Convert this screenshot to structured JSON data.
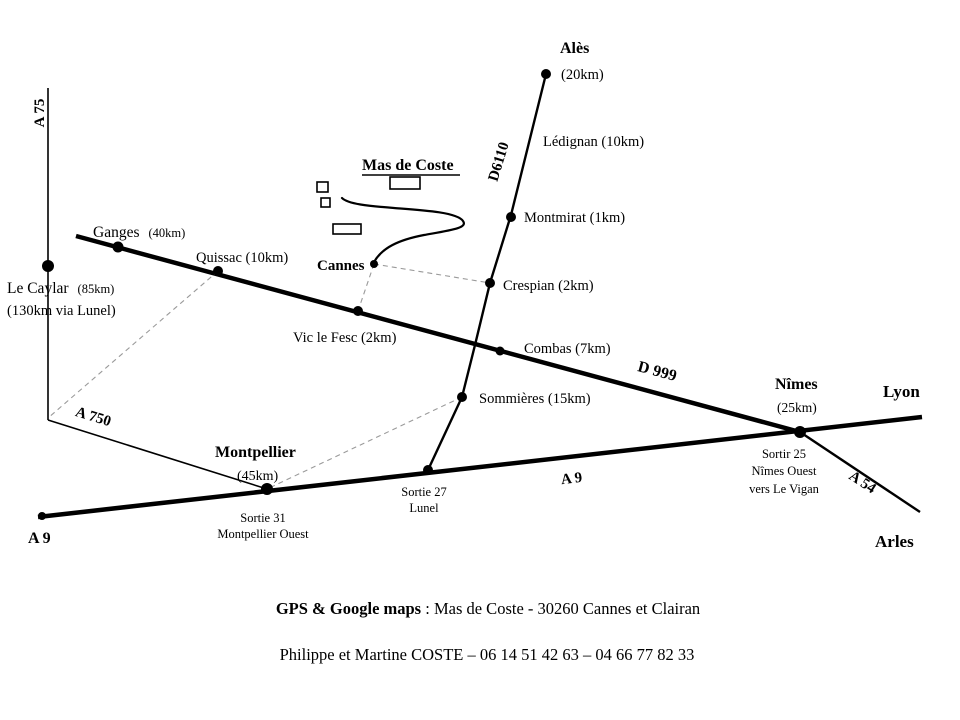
{
  "map": {
    "roads": {
      "a75": "A 75",
      "a750": "A 750",
      "a9_left": "A 9",
      "a9_mid": "A 9",
      "a54": "A 54",
      "d999": "D 999",
      "d6110": "D6110"
    },
    "places": {
      "ales": {
        "name": "Alès",
        "distance": "(20km)"
      },
      "ledignan": {
        "label": "Lédignan (10km)"
      },
      "montmirat": {
        "label": "Montmirat (1km)"
      },
      "crespian": {
        "label": "Crespian (2km)"
      },
      "combas": {
        "label": "Combas (7km)"
      },
      "sommieres": {
        "label": "Sommières (15km)"
      },
      "cannes": {
        "name": "Cannes"
      },
      "vic_le_fesc": {
        "label": "Vic le Fesc (2km)"
      },
      "quissac": {
        "label": "Quissac (10km)"
      },
      "ganges": {
        "name": "Ganges",
        "distance": "(40km)"
      },
      "le_caylar": {
        "name": "Le Caylar",
        "distance": "(85km)",
        "note": "(130km via Lunel)"
      },
      "montpellier": {
        "name": "Montpellier",
        "distance": "(45km)"
      },
      "nimes": {
        "name": "Nîmes",
        "distance": "(25km)"
      },
      "lyon": {
        "name": "Lyon"
      },
      "arles": {
        "name": "Arles"
      },
      "mas_de_coste": {
        "name": "Mas de Coste"
      }
    },
    "exits": {
      "sortie31": [
        "Sortie 31",
        "Montpellier Ouest"
      ],
      "sortie27": [
        "Sortie 27",
        "Lunel"
      ],
      "sortie25": [
        "Sortir 25",
        "Nîmes Ouest",
        "vers Le Vigan"
      ]
    }
  },
  "footer": {
    "gps_label": "GPS & Google maps",
    "gps_value": " : Mas de Coste - 30260 Cannes et Clairan",
    "contact": "Philippe et Martine COSTE – 06 14 51 42 63 – 04 66 77 82 33"
  }
}
